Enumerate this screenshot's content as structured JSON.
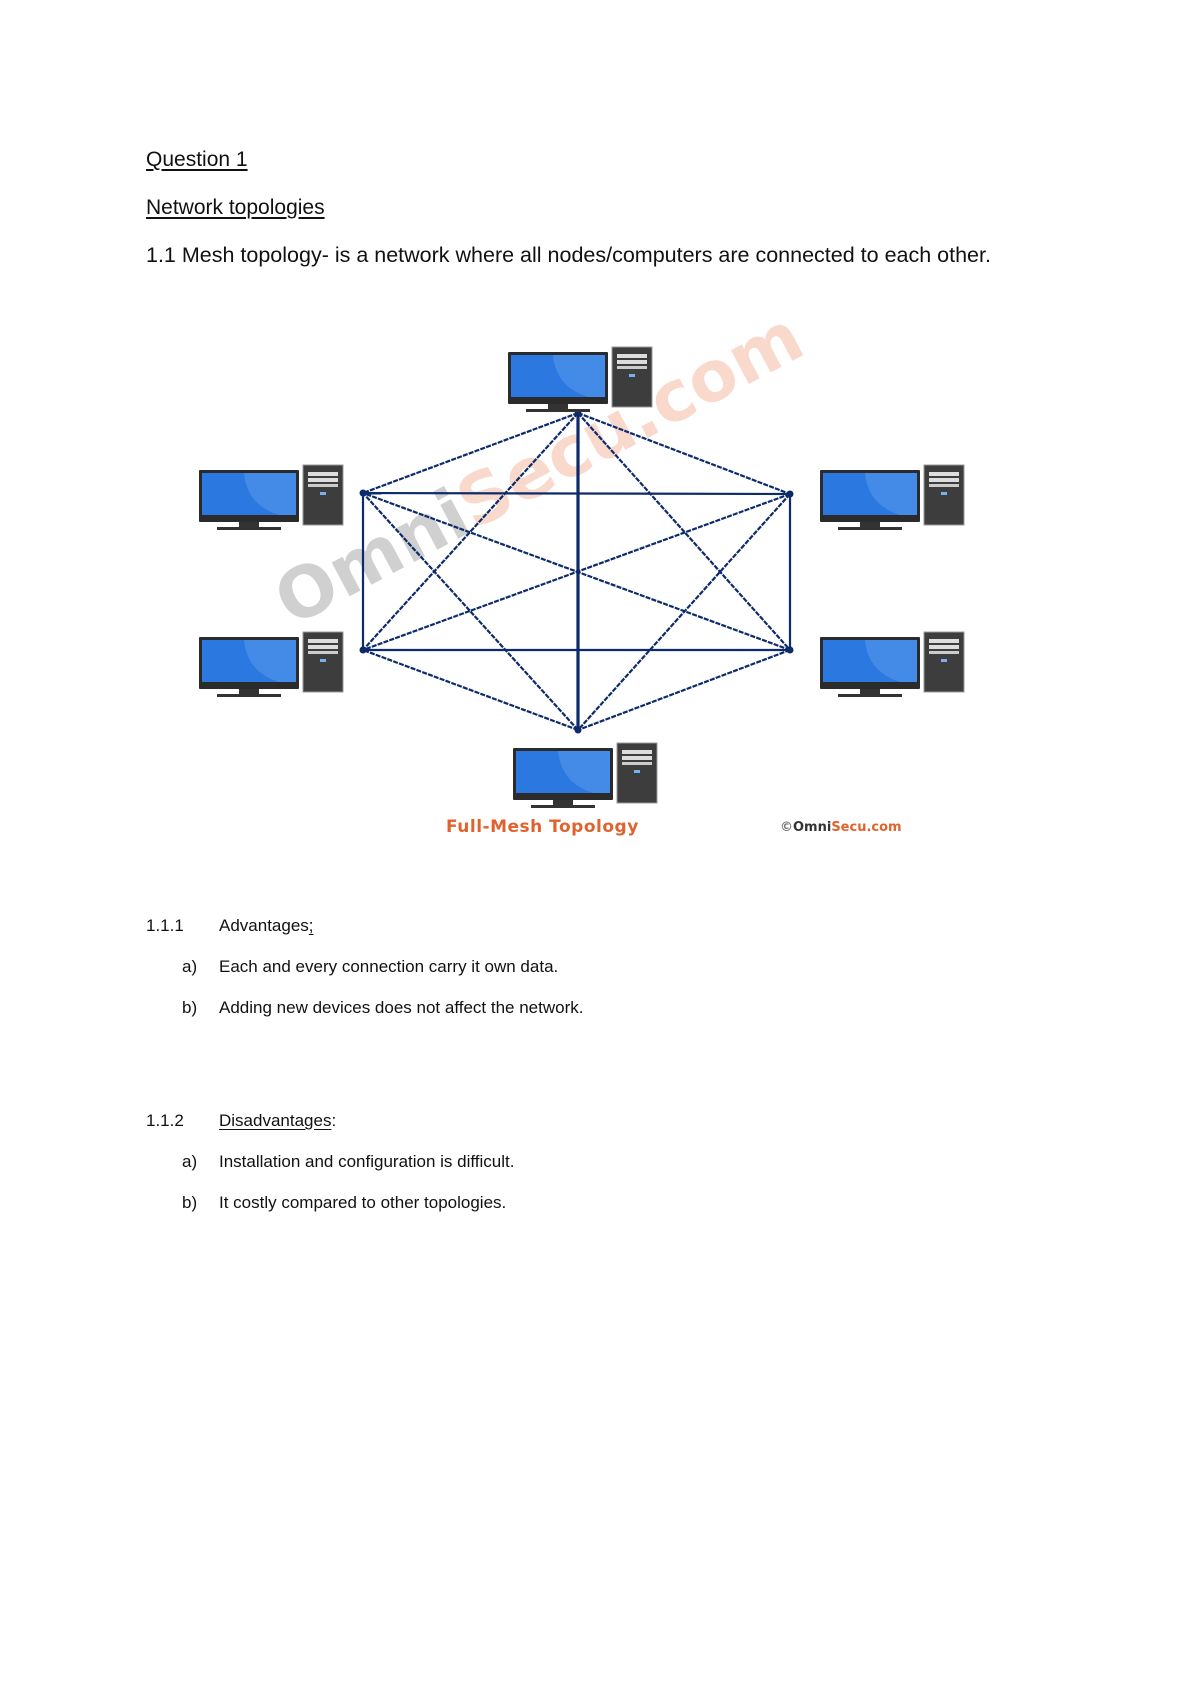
{
  "document": {
    "question_title": "Question 1",
    "section_title": "Network topologies",
    "intro": "1.1 Mesh topology- is a network where all nodes/computers are connected to each other.",
    "figure": {
      "caption": "Full-Mesh Topology",
      "credit_symbol": "©",
      "credit_brand_dark": "Omni",
      "credit_brand_accent": "Secu.com",
      "watermark_grey": "Omni",
      "watermark_accent": "Secu.com",
      "node_count": 6,
      "nodes": [
        {
          "id": "top",
          "label": "computer-top"
        },
        {
          "id": "upper-right",
          "label": "computer-upper-right"
        },
        {
          "id": "lower-right",
          "label": "computer-lower-right"
        },
        {
          "id": "bottom",
          "label": "computer-bottom"
        },
        {
          "id": "lower-left",
          "label": "computer-lower-left"
        },
        {
          "id": "upper-left",
          "label": "computer-upper-left"
        }
      ],
      "colors": {
        "link": "#0d2a6b",
        "monitor_screen": "#2a78e0",
        "monitor_frame": "#3a3a3a",
        "tower": "#3d3d3d",
        "caption": "#e0622e"
      }
    },
    "advantages": {
      "number": "1.1.1",
      "title": "Advantages",
      "title_suffix": ";",
      "items": [
        {
          "marker": "a)",
          "text": "Each and every connection carry it own data."
        },
        {
          "marker": "b)",
          "text": "Adding new devices does not affect the network."
        }
      ]
    },
    "disadvantages": {
      "number": "1.1.2",
      "title": "Disadvantages",
      "title_suffix": ":",
      "items": [
        {
          "marker": "a)",
          "text": "Installation and configuration is difficult."
        },
        {
          "marker": "b)",
          "text": "It costly compared to other topologies."
        }
      ]
    }
  }
}
